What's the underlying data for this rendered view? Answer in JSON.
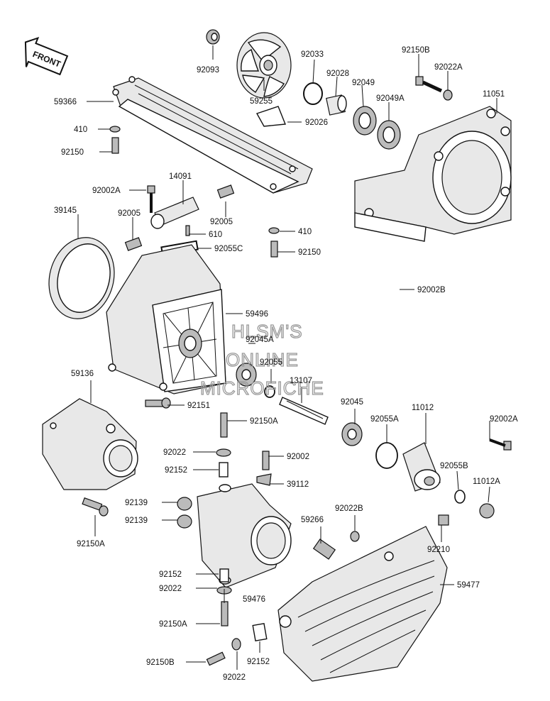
{
  "front_tag": "FRONT",
  "watermark": [
    "HLSM'S",
    "ONLINE",
    "MICROFICHE"
  ],
  "part_labels": [
    "92093",
    "59255",
    "92033",
    "92028",
    "92049",
    "92049A",
    "92150B",
    "92022A",
    "11051",
    "59366",
    "410",
    "92150",
    "92026",
    "92002A",
    "14091",
    "39145",
    "92005",
    "92005",
    "610",
    "410",
    "92055C",
    "92150",
    "92002B",
    "59496",
    "92045A",
    "92055",
    "13107",
    "59136",
    "92151",
    "92045",
    "92150A",
    "92055A",
    "11012",
    "92002A",
    "92022",
    "92002",
    "92152",
    "39112",
    "92055B",
    "11012A",
    "92139",
    "92139",
    "92150A",
    "59266",
    "92022B",
    "92210",
    "92152",
    "59477",
    "92022",
    "59476",
    "92150A",
    "92150B",
    "92022",
    "92152"
  ]
}
